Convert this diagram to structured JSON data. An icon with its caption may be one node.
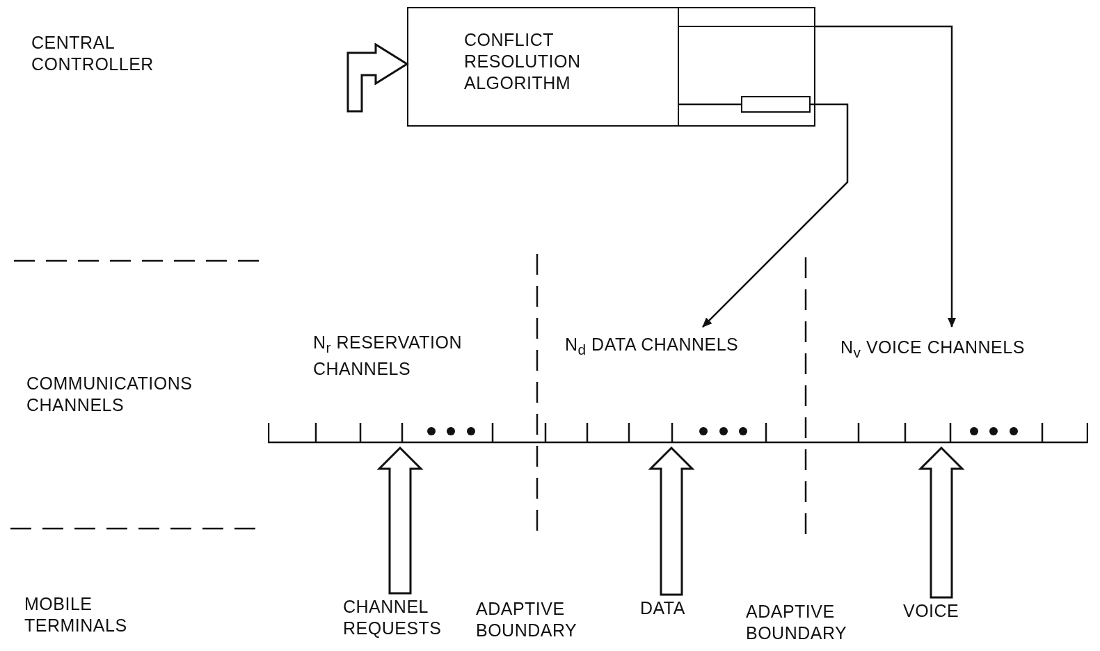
{
  "diagram": {
    "nodes": [
      {
        "text": [
          "CONFLICT RESOLUTION ALGORITHM"
        ]
      },
      {
        "text": [],
        "shape": "box",
        "in": 0
      },
      {
        "text": [
          "N$_{r}$ RESERVATION CHANNELS"
        ]
      },
      {
        "text": [
          "N$_{d}$ DATA CHANNELS"
        ]
      },
      {
        "text": [
          "N$_{v}$ VOICE CHANNELS"
        ]
      },
      {
        "text": [
          "CHANNEL REQUESTS"
        ]
      },
      {
        "text": [
          "DATA"
        ]
      },
      {
        "text": [
          "VOICE"
        ]
      }
    ],
    "edges": [
      {
        "from": null,
        "to": 0,
        "arrow": "to",
        "style": "thick"
      },
      {
        "from": 0,
        "to": 1,
        "arrow": "none"
      },
      {
        "from": 1,
        "to": 3,
        "arrow": "to"
      },
      {
        "from": 0,
        "to": 4,
        "arrow": "to"
      },
      {
        "from": 5,
        "to": 2,
        "arrow": "to",
        "style": "thick"
      },
      {
        "from": 6,
        "to": 3,
        "arrow": "to",
        "style": "thick"
      },
      {
        "from": 7,
        "to": 4,
        "arrow": "to",
        "style": "thick"
      }
    ],
    "labels": [
      "CENTRAL CONTROLLER",
      "COMMUNICATIONS CHANNELS",
      "MOBILE TERMINALS",
      "ADAPTIVE BOUNDARY",
      "ADAPTIVE BOUNDARY"
    ]
  }
}
